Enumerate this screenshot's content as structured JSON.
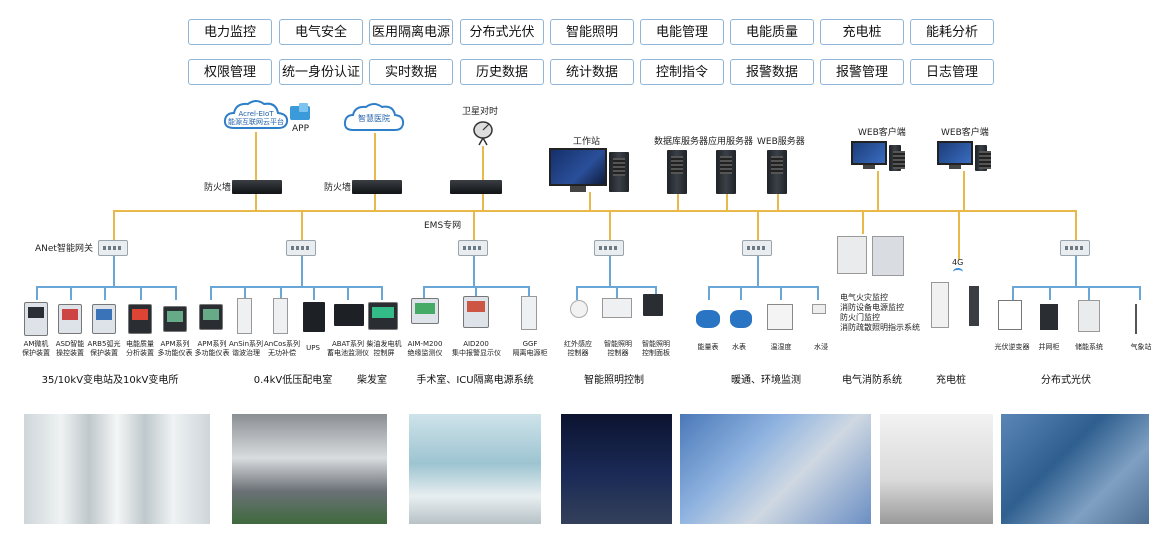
{
  "top_row_buttons": [
    "电力监控",
    "电气安全",
    "医用隔离电源",
    "分布式光伏",
    "智能照明",
    "电能管理",
    "电能质量",
    "充电桩",
    "能耗分析"
  ],
  "second_row_buttons": [
    "权限管理",
    "统一身份认证",
    "实时数据",
    "历史数据",
    "统计数据",
    "控制指令",
    "报警数据",
    "报警管理",
    "日志管理"
  ],
  "cloud_left": {
    "line1": "Acrel-EIoT",
    "line2": "能源互联网云平台"
  },
  "app_label": "APP",
  "cloud_right": "智慧医院",
  "firewall_left": "防火墙",
  "firewall_right": "防火墙",
  "satellite_label": "卫星对时",
  "workstation_label": "工作站",
  "db_server": "数据库服务器",
  "app_server": "应用服务器",
  "web_server": "WEB服务器",
  "web_client_1": "WEB客户端",
  "web_client_2": "WEB客户端",
  "ems_network": "EMS专网",
  "gateway_label": "ANet智能网关",
  "fourg": "4G",
  "devices": {
    "am": [
      "AM微机",
      "保护装置"
    ],
    "asd": [
      "ASD智能",
      "操控装置"
    ],
    "arb5": [
      "ARB5弧光",
      "保护装置"
    ],
    "apview": [
      "电能质量",
      "分析装置"
    ],
    "apm1": [
      "APM系列",
      "多功能仪表"
    ],
    "apm2": [
      "APM系列",
      "多功能仪表"
    ],
    "ansin": [
      "AnSin系列",
      "谐波治理"
    ],
    "ancos": [
      "AnCos系列",
      "无功补偿"
    ],
    "ups": [
      "UPS"
    ],
    "abat": [
      "ABAT系列",
      "蓄电池监测仪"
    ],
    "diesel": [
      "柴油发电机",
      "控制屏"
    ],
    "aim": [
      "AIM-M200",
      "绝缘监测仪"
    ],
    "aid": [
      "AID200",
      "集中报警显示仪"
    ],
    "ggf": [
      "GGF",
      "隔离电源柜"
    ],
    "ir": [
      "红外感应",
      "控制器"
    ],
    "light1": [
      "智能照明",
      "控制器"
    ],
    "light2": [
      "智能照明",
      "控制面板"
    ],
    "energy_meter": [
      "能量表"
    ],
    "water_meter": [
      "水表"
    ],
    "temp_hum": [
      "温湿度"
    ],
    "water_leak": [
      "水浸"
    ],
    "fire": [
      "电气火灾监控",
      "消防设备电源监控",
      "防火门监控",
      "消防疏散照明指示系统"
    ],
    "pv_inverter": [
      "光伏逆变器"
    ],
    "grid_cab": [
      "并网柜"
    ],
    "storage": [
      "储能系统"
    ],
    "weather": [
      "气象站"
    ]
  },
  "groups": [
    "35/10kV变电站及10kV变电所",
    "0.4kV低压配电室",
    "柴发室",
    "手术室、ICU隔离电源系统",
    "智能照明控制",
    "暖通、环境监测",
    "电气消防系统",
    "充电桩",
    "分布式光伏"
  ]
}
